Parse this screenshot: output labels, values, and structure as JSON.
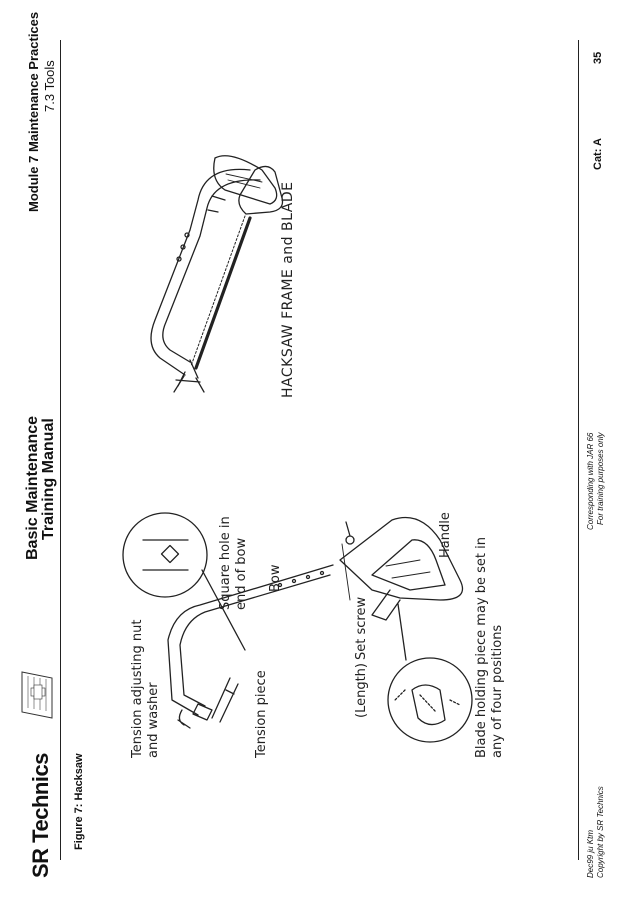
{
  "header": {
    "module_title": "Module 7 Maintenance Practices",
    "module_subtitle": "7.3 Tools",
    "manual_title": "Basic Maintenance",
    "manual_subtitle": "Training Manual",
    "logo_text": "SR Technics"
  },
  "figure": {
    "caption": "Figure 7: Hacksaw",
    "labels": {
      "tension_nut_1": "Tension adjusting nut",
      "tension_nut_2": "and washer",
      "tension_piece": "Tension piece",
      "square_hole_1": "Square hole in",
      "square_hole_2": "end of bow",
      "bow": "Bow",
      "length": "(Length)",
      "set_screw": "Set screw",
      "handle": "Handle",
      "blade_holding_1": "Blade holding piece may be set in",
      "blade_holding_2": "any of four positions",
      "frame_blade": "HACKSAW FRAME and BLADE"
    }
  },
  "footer": {
    "doc_ref": "Dec99 ju Ktm",
    "copyright": "Copyright by SR Technics",
    "jar_line1": "Corresponding with JAR 66",
    "jar_line2": "For training purposes only",
    "category": "Cat: A",
    "page_number": "35"
  },
  "colors": {
    "ink": "#111111",
    "rule": "#222222",
    "logo_red": "#c8102e"
  }
}
